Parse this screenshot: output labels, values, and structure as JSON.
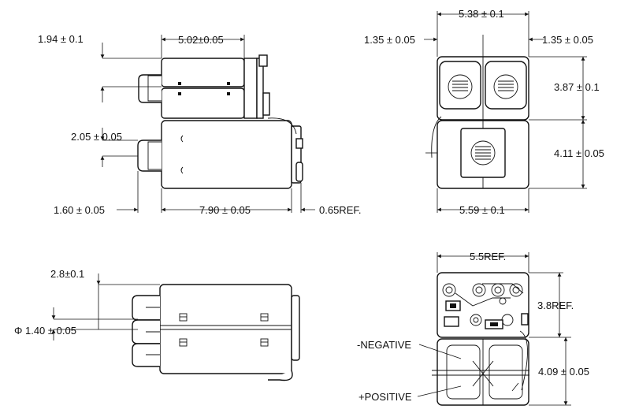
{
  "dimensions": {
    "top_left_height": "1.94 ± 0.1",
    "top_left_body_width": "5.02±0.05",
    "side_terminal_height": "2.05 ± 0.05",
    "terminal_offset": "1.60 ± 0.05",
    "overall_length": "7.90 ± 0.05",
    "lead_ref": "0.65REF.",
    "end_top_width": "5.38 ± 0.1",
    "end_left_pitch": "1.35 ± 0.05",
    "end_right_pitch": "1.35 ± 0.05",
    "end_upper_height": "3.87 ± 0.1",
    "end_lower_height": "4.11 ± 0.05",
    "end_bottom_width": "5.59 ± 0.1",
    "bottom_left_height": "2.8±0.1",
    "pin_diameter": "Φ 1.40 ± 0.05",
    "pcb_width_ref": "5.5REF.",
    "pcb_height_ref": "3.8REF.",
    "lower_body_height": "4.09 ± 0.05"
  },
  "labels": {
    "negative": "-NEGATIVE",
    "positive": "+POSITIVE"
  }
}
